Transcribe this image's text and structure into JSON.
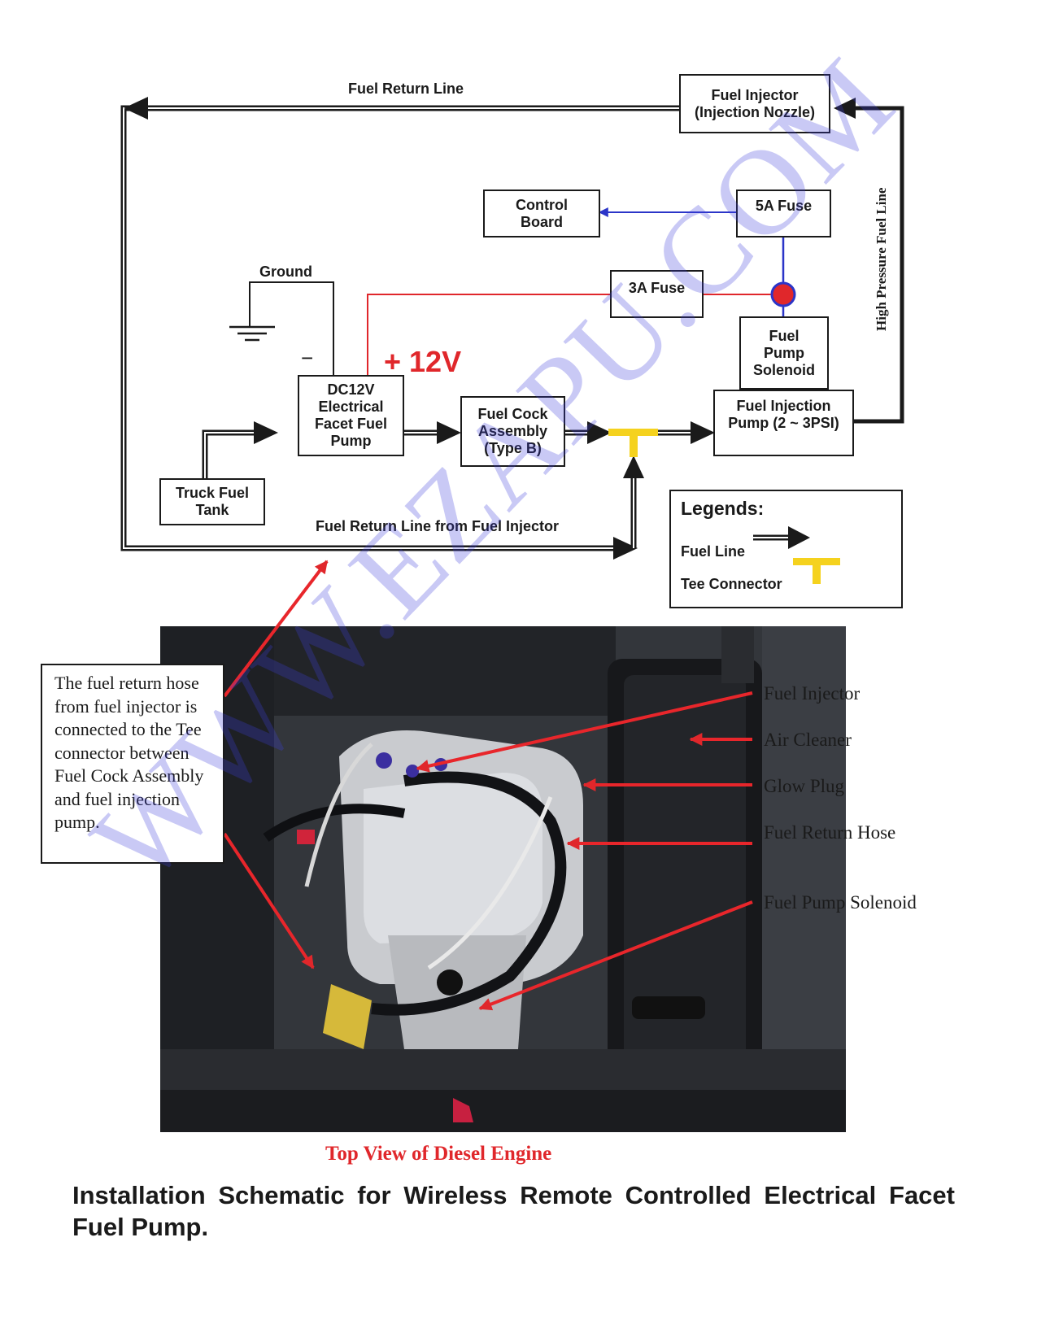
{
  "diagram": {
    "nodes": {
      "fuel_injector": "Fuel Injector\n(Injection Nozzle)",
      "control_board": "Control\nBoard",
      "fuse_5a": "5A Fuse",
      "fuse_3a": "3A Fuse",
      "solenoid": "Fuel\nPump\nSolenoid",
      "facet_pump": "DC12V\nElectrical\nFacet Fuel\nPump",
      "fuel_cock": "Fuel Cock\nAssembly\n(Type B)",
      "injection_pump": "Fuel Injection\nPump (2 ~ 3PSI)",
      "truck_tank": "Truck Fuel\nTank"
    },
    "labels": {
      "fuel_return_line": "Fuel Return Line",
      "ground": "Ground",
      "minus": "−",
      "plus_12v": "+ 12V",
      "high_pressure": "High Pressure Fuel Line",
      "return_from_injector": "Fuel Return Line from Fuel Injector"
    },
    "legend": {
      "title": "Legends:",
      "fuel_line": "Fuel Line",
      "tee_connector": "Tee Connector"
    },
    "colors": {
      "wire_red": "#e0272b",
      "wire_blue": "#2b35c8",
      "tee_yellow": "#f5d21e",
      "line": "#1a1a1a"
    }
  },
  "photo": {
    "note": "The fuel return hose from fuel injector is connected to the Tee connector between Fuel Cock Assembly and fuel injection pump.",
    "callouts": {
      "fuel_injector": "Fuel Injector",
      "air_cleaner": "Air Cleaner",
      "glow_plug": "Glow Plug",
      "fuel_return_hose": "Fuel Return Hose",
      "fuel_pump_solenoid": "Fuel Pump Solenoid"
    },
    "caption": "Top View of Diesel Engine"
  },
  "watermark": "WWW.EZAPU.COM",
  "title": "Installation Schematic for Wireless Remote Controlled Electrical Facet Fuel Pump."
}
